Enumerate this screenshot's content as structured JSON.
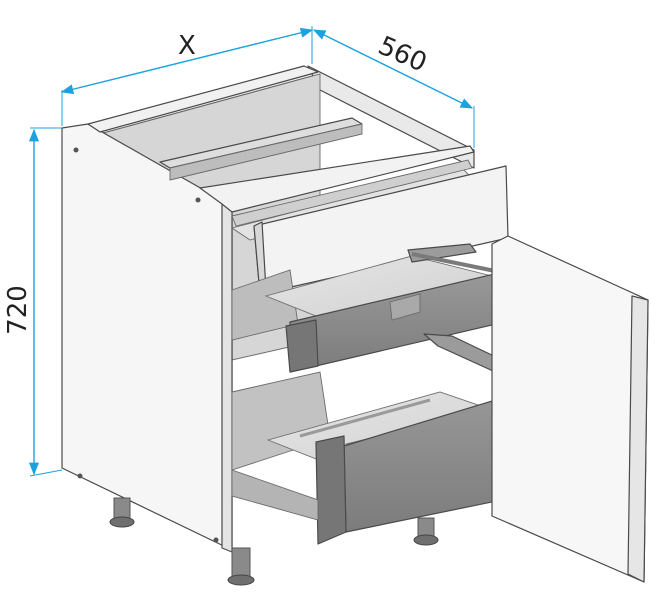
{
  "dimensions": {
    "width_label": "X",
    "depth_label": "560",
    "height_label": "720"
  },
  "colors": {
    "dimension_line": "#1aa3e0",
    "panel_white": "#f7f7f7",
    "panel_edge": "#4a4a4a",
    "drawer_grey": "#8e8e8e",
    "drawer_dark": "#6f6f6f",
    "interior_shade": "#d9d9d9"
  },
  "parts": {
    "drawer_count": 3,
    "has_door": true,
    "leg_count": 4
  }
}
